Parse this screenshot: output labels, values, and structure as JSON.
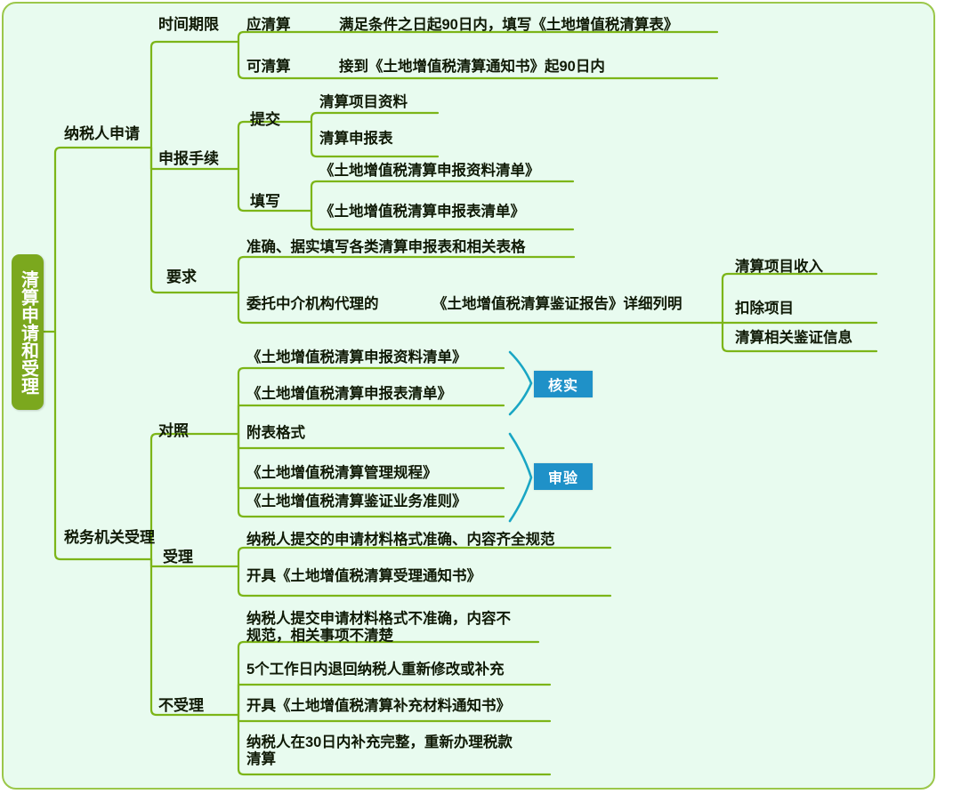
{
  "title_node": "清算申请和受理",
  "branches": [
    {
      "id": "taxpayer-application",
      "label": "纳税人申请",
      "children": [
        {
          "id": "time-limit",
          "label": "时间期限",
          "leaves": [
            {
              "label": "应清算",
              "text": "满足条件之日起90日内，填写《土地增值税清算表》"
            },
            {
              "label": "可清算",
              "text": "接到《土地增值税清算通知书》起90日内"
            }
          ]
        },
        {
          "id": "filing-procedure",
          "label": "申报手续",
          "groups": [
            {
              "label": "提交",
              "items": [
                "清算项目资料",
                "清算申报表"
              ]
            },
            {
              "label": "填写",
              "items": [
                "《土地增值税清算申报资料清单》",
                "《土地增值税清算申报表清单》"
              ]
            }
          ]
        },
        {
          "id": "requirements",
          "label": "要求",
          "items": [
            "准确、据实填写各类清算申报表和相关表格",
            "委托中介机构代理的",
            "《土地增值税清算鉴证报告》详细列明"
          ],
          "sub_items": [
            "清算项目收入",
            "扣除项目",
            "清算相关鉴证信息"
          ]
        }
      ]
    },
    {
      "id": "tax-authority-acceptance",
      "label": "税务机关受理",
      "children": [
        {
          "id": "comparison",
          "label": "对照",
          "items": [
            "《土地增值税清算申报资料清单》",
            "《土地增值税清算申报表清单》",
            "附表格式",
            "《土地增值税清算管理规程》",
            "《土地增值税清算鉴证业务准则》"
          ],
          "badges": [
            "核实",
            "审验"
          ]
        },
        {
          "id": "accepted",
          "label": "受理",
          "items": [
            "纳税人提交的申请材料格式准确、内容齐全规范",
            "开具《土地增值税清算受理通知书》"
          ]
        },
        {
          "id": "not-accepted",
          "label": "不受理",
          "items": [
            "纳税人提交申请材料格式不准确，内容不\n规范，相关事项不清楚",
            "5个工作日内退回纳税人重新修改或补充",
            "开具《土地增值税清算补充材料通知书》",
            "纳税人在30日内补充完整，重新办理税款\n清算"
          ]
        }
      ]
    }
  ],
  "colors": {
    "background": "#e8fbef",
    "branch_line": "#7cb518",
    "root_fill": "#7ba81e",
    "badge_fill": "#1f91c8",
    "brace": "#1aa6c4",
    "border": "#9bc74a"
  }
}
